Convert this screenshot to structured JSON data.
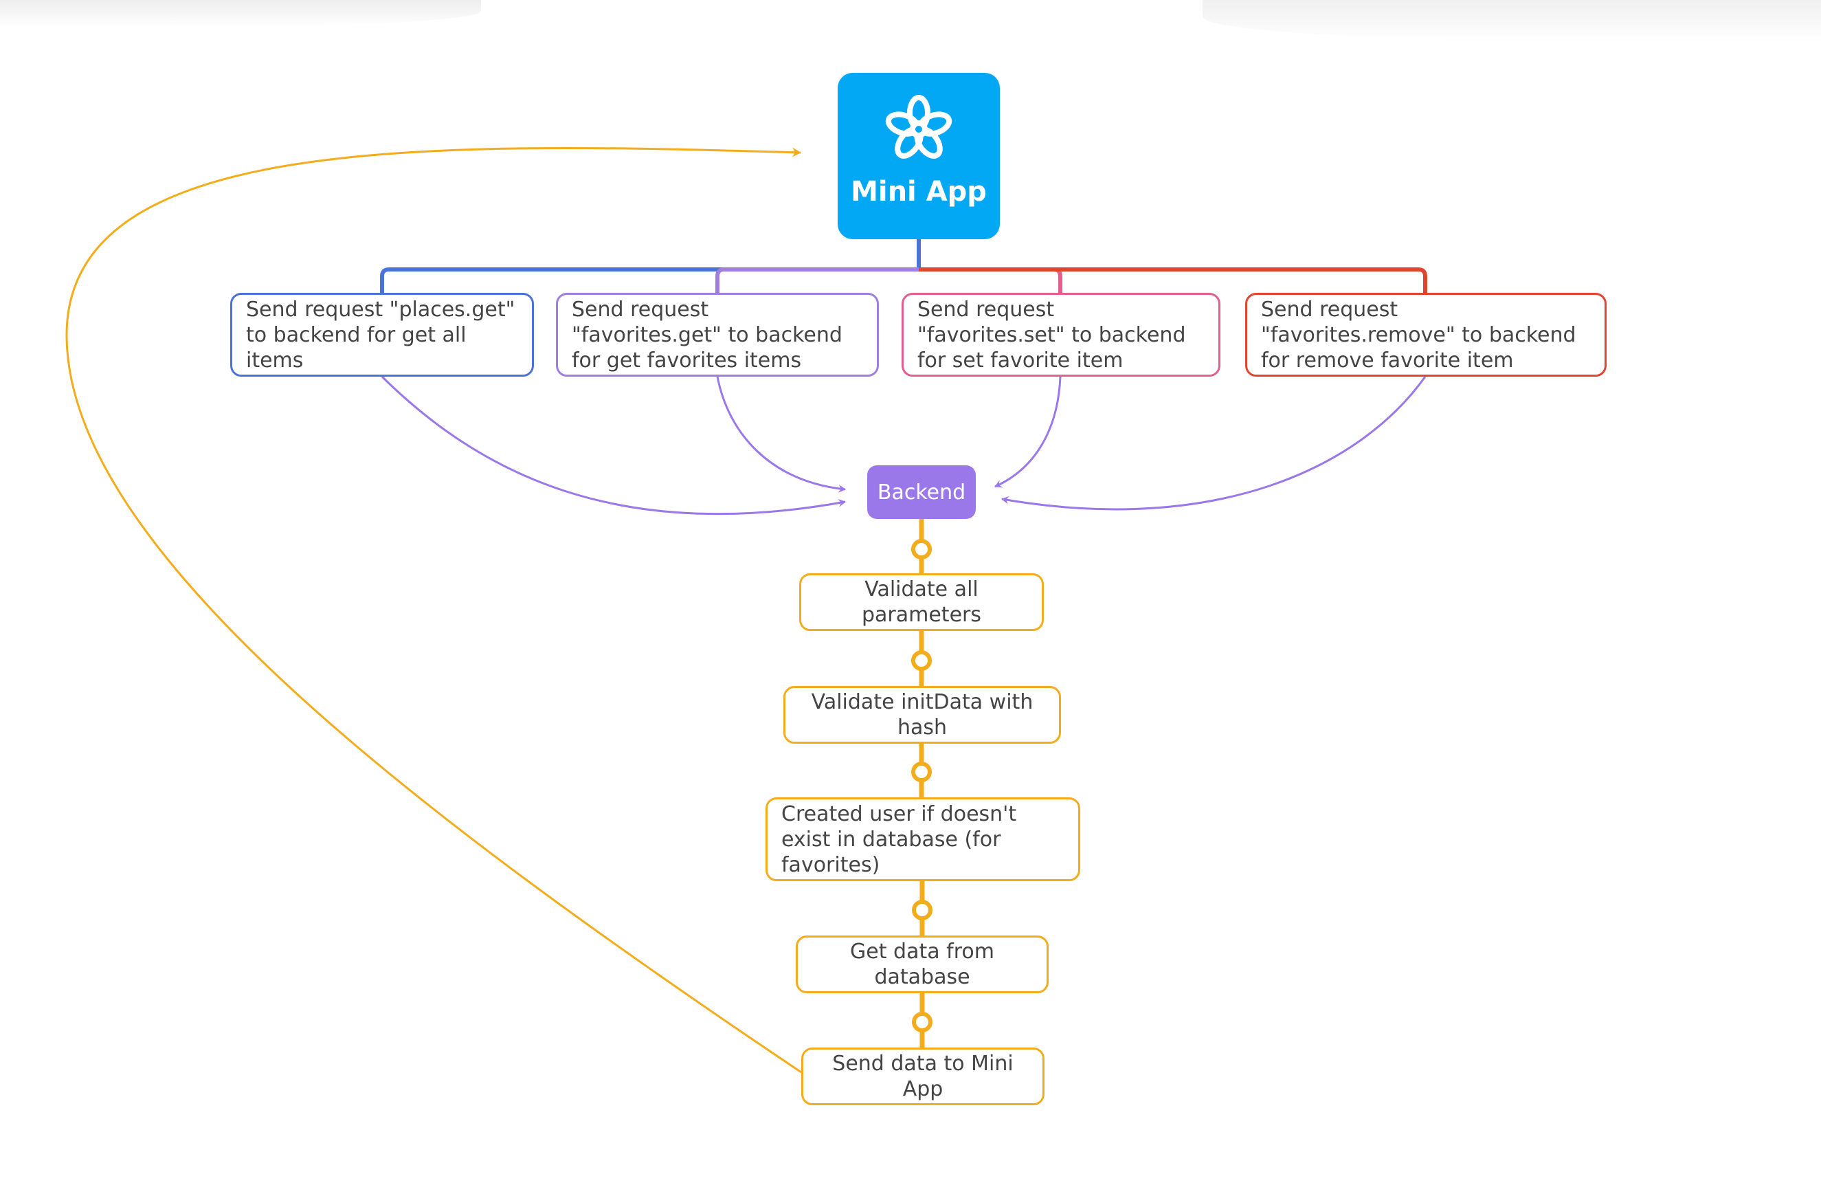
{
  "root": {
    "label": "Mini App",
    "icon": "flower-icon",
    "color": "#02a8f4"
  },
  "requests": [
    {
      "text": "Send request \"places.get\" to backend for get all items",
      "color": "#4a72db"
    },
    {
      "text": "Send request \"favorites.get\" to backend for get favorites items",
      "color": "#a07ee0"
    },
    {
      "text": "Send request \"favorites.set\" to backend for set favorite item",
      "color": "#e45e8f"
    },
    {
      "text": "Send request \"favorites.remove\" to backend for remove favorite item",
      "color": "#e1442f"
    }
  ],
  "backend": {
    "label": "Backend",
    "color": "#9b78ea"
  },
  "steps": [
    {
      "text": "Validate all parameters"
    },
    {
      "text": "Validate initData with hash"
    },
    {
      "text": "Created user if doesn't exist in database (for favorites)"
    },
    {
      "text": "Get data from database"
    },
    {
      "text": "Send data to Mini App"
    }
  ],
  "colors": {
    "steps": "#f3ad1c",
    "connector_to_backend": "#9b78ea",
    "return_arrow": "#f3ad1c"
  }
}
